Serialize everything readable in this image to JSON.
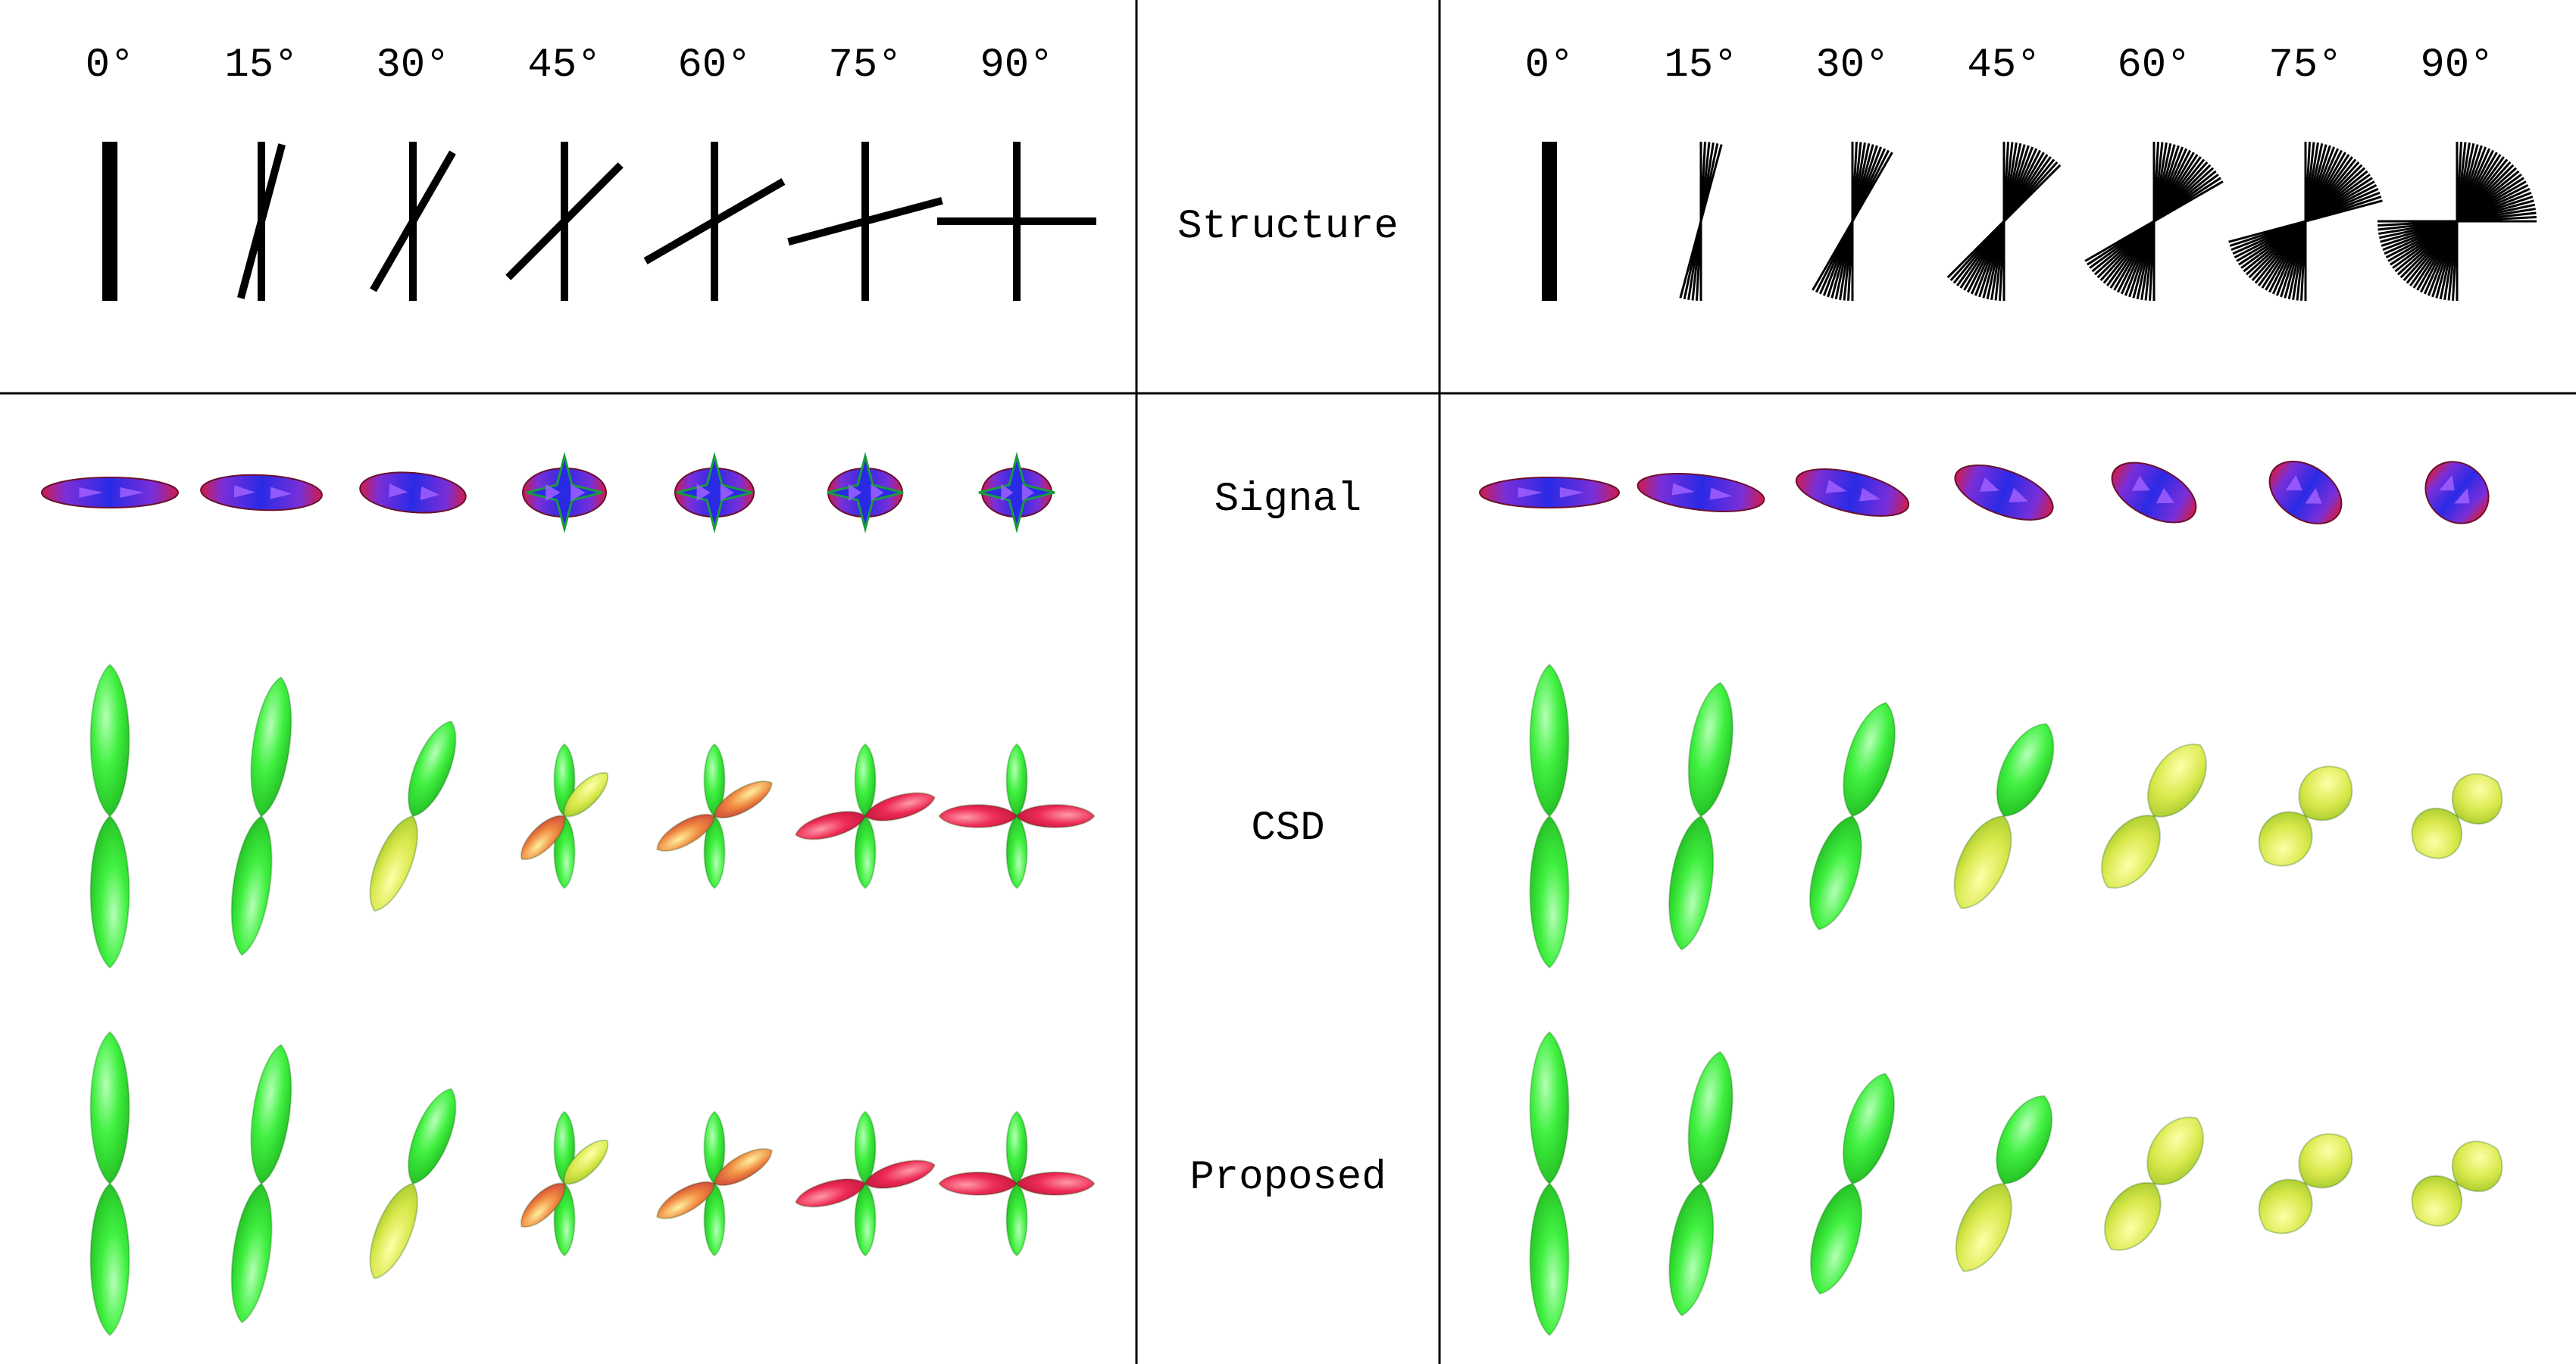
{
  "angles": [
    "0°",
    "15°",
    "30°",
    "45°",
    "60°",
    "75°",
    "90°"
  ],
  "angle_values_deg": [
    0,
    15,
    30,
    45,
    60,
    75,
    90
  ],
  "row_labels": {
    "structure": "Structure",
    "signal": "Signal",
    "csd": "CSD",
    "proposed": "Proposed"
  },
  "panels": [
    {
      "id": "left",
      "structure_type": "crossing-lines"
    },
    {
      "id": "right",
      "structure_type": "fanning-lines"
    }
  ],
  "colors": {
    "lines": "#000000",
    "signal_primary": "#2a2ae6",
    "signal_edge": "#d01c4a",
    "signal_highlight": "#a060ff",
    "lobe_green": "#3ff03f",
    "lobe_yellow": "#e6e64a",
    "lobe_red": "#ee2b55"
  }
}
